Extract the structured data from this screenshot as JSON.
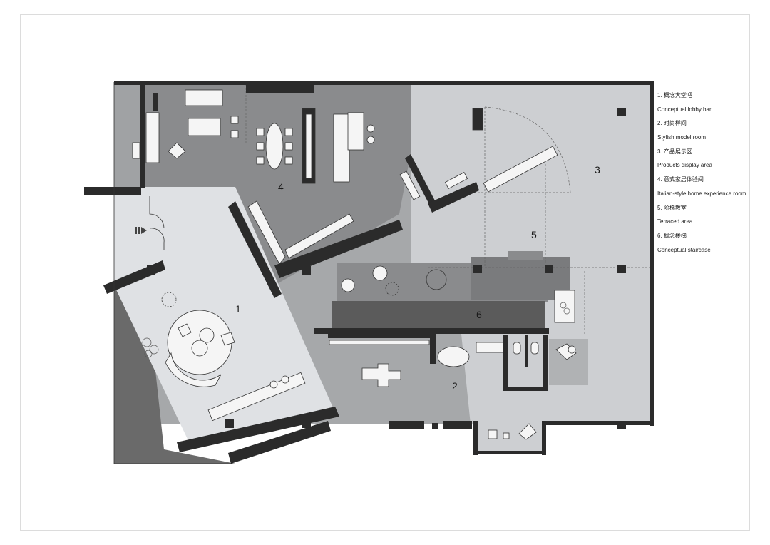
{
  "rooms": [
    {
      "id": "1",
      "label": "1"
    },
    {
      "id": "2",
      "label": "2"
    },
    {
      "id": "3",
      "label": "3"
    },
    {
      "id": "4",
      "label": "4"
    },
    {
      "id": "5",
      "label": "5"
    },
    {
      "id": "6",
      "label": "6"
    }
  ],
  "legend": {
    "items": [
      {
        "title": "1. 概念大堂吧",
        "subtitle": "Conceptual lobby bar"
      },
      {
        "title": "2. 时尚样间",
        "subtitle": "Stylish model room"
      },
      {
        "title": "3. 产品展示区",
        "subtitle": "Products display area"
      },
      {
        "title": "4. 意式家居体验间",
        "subtitle": "Italian-style home experience room"
      },
      {
        "title": "5. 阶梯教室",
        "subtitle": "Terraced area"
      },
      {
        "title": "6. 概念楼梯",
        "subtitle": "Conceptual staircase"
      }
    ]
  },
  "colors": {
    "wall": "#2b2b2b",
    "floor_main": "#a6a8aa",
    "floor_light": "#cdcfd2",
    "floor_dark": "#8a8b8d",
    "lobby": "#dfe1e4",
    "terrace": "#6a6a6a",
    "stair": "#5b5b5b",
    "furniture": "#f5f5f5"
  },
  "icons": {
    "entry_arrow": "entry-arrow-icon",
    "plants": "plant-icon"
  }
}
